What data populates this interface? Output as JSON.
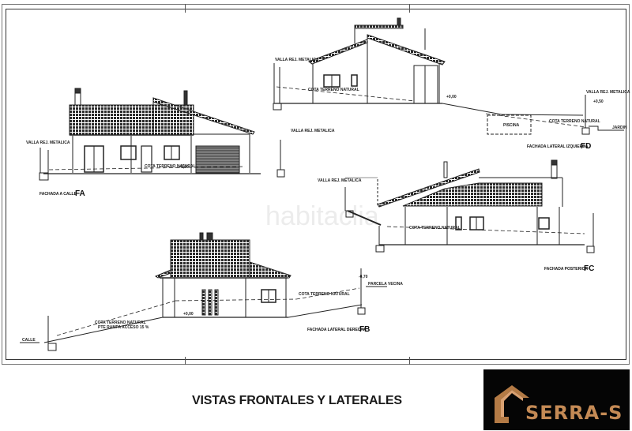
{
  "sheet": {
    "title": "VISTAS FRONTALES Y LATERALES",
    "watermark": "habitaclia"
  },
  "elevations": [
    {
      "id": "FA",
      "label": "FACHADA A CALLE",
      "code": "FA"
    },
    {
      "id": "FD",
      "label": "FACHADA LATERAL IZQUIERDA",
      "code": "FD"
    },
    {
      "id": "FC",
      "label": "FACHADA POSTERIOR",
      "code": "FC"
    },
    {
      "id": "FB",
      "label": "FACHADA LATERAL DERECHA",
      "code": "FB"
    }
  ],
  "annotations": {
    "valla": "VALLA REJ. METALICA",
    "cota_terreno": "COTA TERRENO NATURAL",
    "piscina": "PISCINA",
    "calle": "CALLE",
    "jardin": "JARDIN",
    "parcela_vecina": "PARCELA VECINA",
    "level_a": "+0,00",
    "level_b": "+0,50",
    "level_c": "-0,70",
    "rampa": "PTE RAMPA ACCESO 15 %"
  },
  "logo": {
    "brand": "SERRA-S",
    "color": "#c48a55",
    "background": "#050505"
  }
}
